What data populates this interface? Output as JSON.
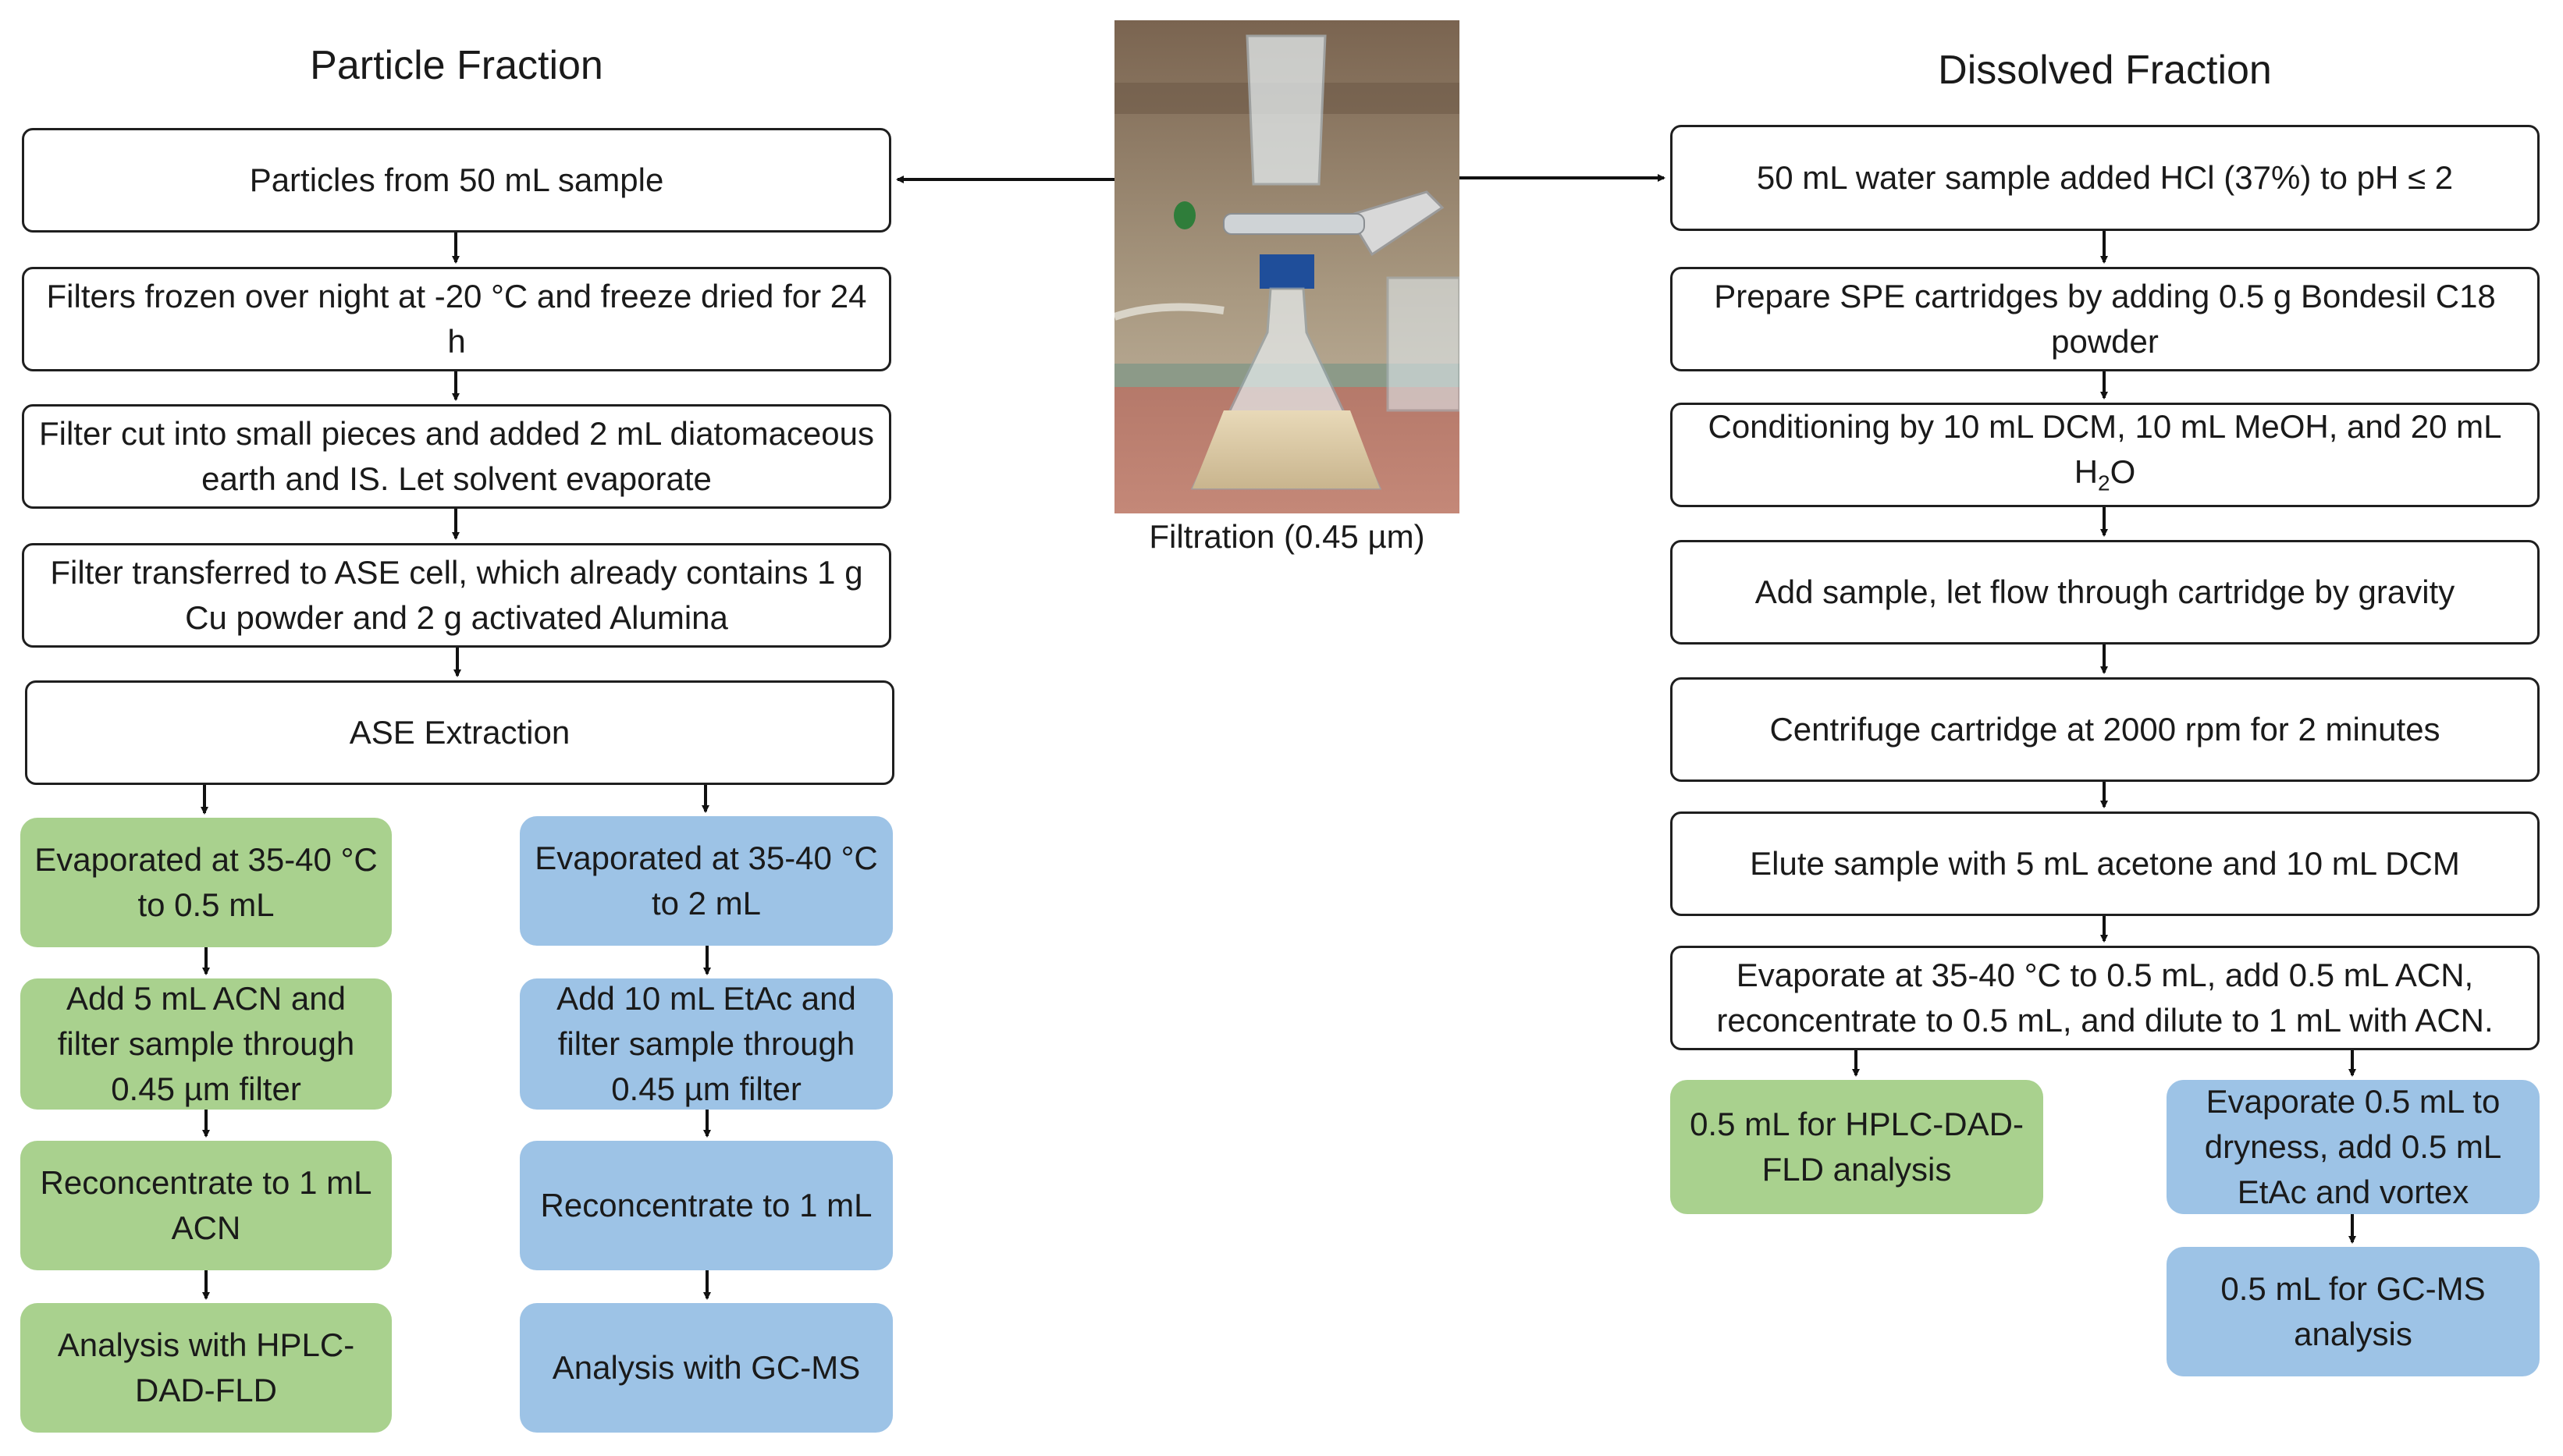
{
  "particle": {
    "title": "Particle Fraction",
    "steps": [
      "Particles from 50 mL sample",
      "Filters frozen over night at -20 °C and freeze dried for 24 h",
      "Filter cut into small pieces and added 2 mL diatomaceous earth and IS. Let solvent evaporate",
      "Filter transferred to ASE cell, which already contains 1 g Cu powder and 2 g activated Alumina",
      "ASE Extraction"
    ],
    "green": [
      "Evaporated at 35-40 °C to 0.5 mL",
      "Add 5 mL ACN and filter sample through 0.45 µm filter",
      "Reconcentrate to 1 mL ACN",
      "Analysis with HPLC-DAD-FLD"
    ],
    "blue": [
      "Evaporated at 35-40 °C to 2 mL",
      "Add 10 mL EtAc and filter sample through 0.45 µm filter",
      "Reconcentrate to 1 mL",
      "Analysis with GC-MS"
    ]
  },
  "center": {
    "photo_caption": "Filtration (0.45 µm)"
  },
  "dissolved": {
    "title": "Dissolved Fraction",
    "steps": [
      "50 mL water sample added HCl (37%) to pH ≤ 2",
      "Prepare SPE cartridges by adding 0.5 g Bondesil C18 powder",
      "Conditioning by 10 mL DCM, 10 mL MeOH, and 20 mL H",
      "Add sample, let flow through cartridge by gravity",
      "Centrifuge cartridge at 2000 rpm for 2 minutes",
      "Elute sample with 5 mL acetone and 10 mL DCM",
      "Evaporate at 35-40 °C to 0.5 mL, add 0.5 mL ACN, reconcentrate to 0.5 mL, and dilute to 1 mL with ACN."
    ],
    "conditioning_subscript": "2",
    "conditioning_tail": "O",
    "green": [
      "0.5 mL for HPLC-DAD-FLD analysis"
    ],
    "blue": [
      "Evaporate 0.5 mL to dryness, add 0.5 mL EtAc and vortex",
      "0.5 mL for GC-MS analysis"
    ]
  },
  "colors": {
    "green_box": "#a9d18e",
    "blue_box": "#9dc3e6",
    "border": "#1f1f1f"
  },
  "icons": [
    "filtration-photo"
  ]
}
